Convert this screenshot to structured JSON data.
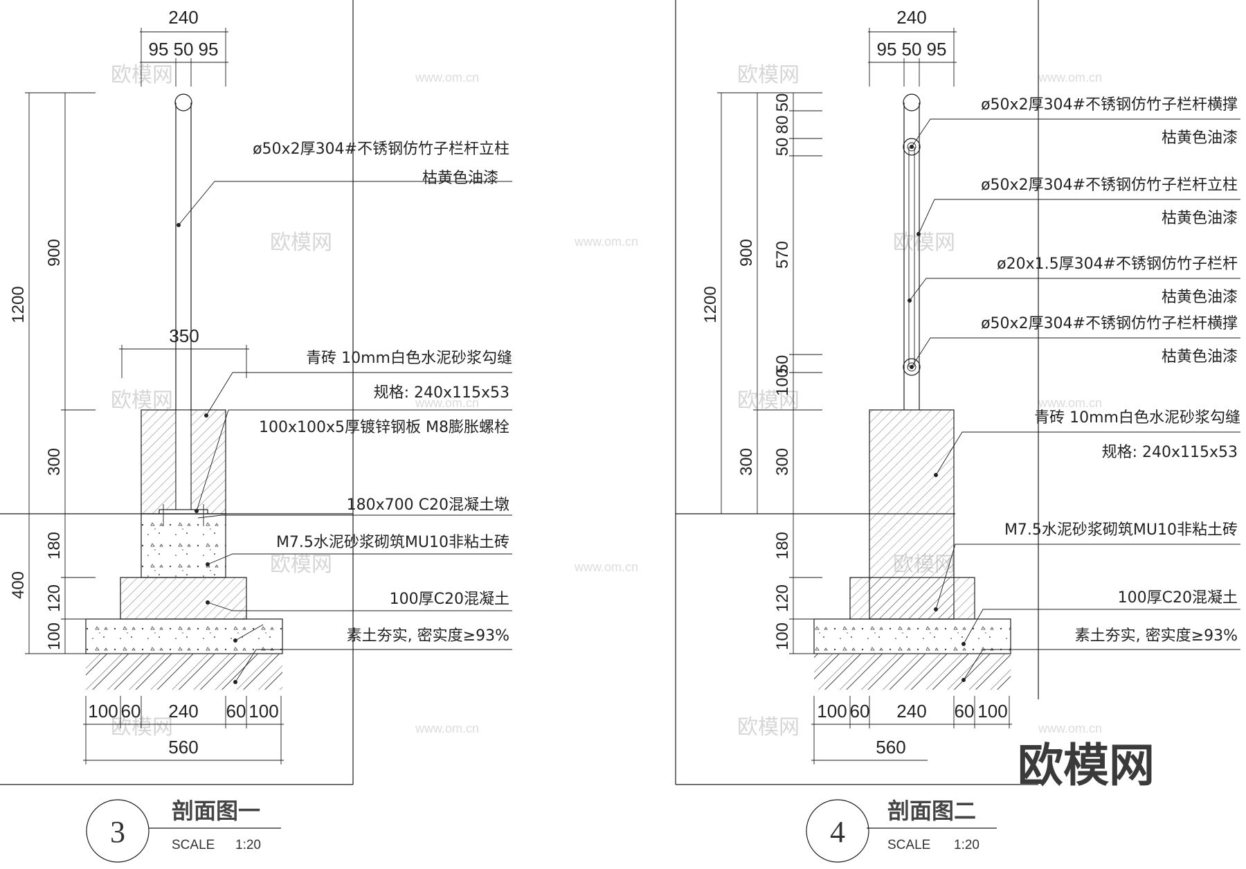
{
  "watermark": {
    "cn": "欧模网",
    "url": "www.om.cn"
  },
  "logo": "欧模网",
  "left": {
    "dims": {
      "top_total": "240",
      "top_95a": "95",
      "top_50": "50",
      "top_95b": "95",
      "v1200": "1200",
      "v900": "900",
      "v300": "300",
      "v400": "400",
      "v180": "180",
      "v120": "120",
      "v100": "100",
      "w350": "350",
      "b100a": "100",
      "b60a": "60",
      "b240": "240",
      "b60b": "60",
      "b100b": "100",
      "b560": "560"
    },
    "notes": {
      "n1": "ø50x2厚304#不锈钢仿竹子栏杆立柱",
      "n1b": "枯黄色油漆",
      "n2": "青砖 10mm白色水泥砂浆勾缝",
      "n2b": "规格: 240x115x53",
      "n3": "100x100x5厚镀锌钢板 M8膨胀螺栓",
      "n4": "180x700 C20混凝土墩",
      "n5": "M7.5水泥砂浆砌筑MU10非粘土砖",
      "n6": "100厚C20混凝土",
      "n7": "素土夯实, 密实度≥93%"
    },
    "title": {
      "number": "3",
      "name": "剖面图一",
      "scale_label": "SCALE",
      "scale": "1:20"
    }
  },
  "right": {
    "dims": {
      "top_total": "240",
      "top_95a": "95",
      "top_50": "50",
      "top_95b": "95",
      "v1200": "1200",
      "v900": "900",
      "v300a": "300",
      "v300b": "300",
      "v50a": "50",
      "v80": "80",
      "v50b": "50",
      "v570": "570",
      "v100": "100",
      "v50c": "50",
      "v180": "180",
      "v120": "120",
      "v100b": "100",
      "b100a": "100",
      "b60a": "60",
      "b240": "240",
      "b60b": "60",
      "b100b": "100",
      "b560": "560"
    },
    "notes": {
      "n1": "ø50x2厚304#不锈钢仿竹子栏杆横撑",
      "n1b": "枯黄色油漆",
      "n2": "ø50x2厚304#不锈钢仿竹子栏杆立柱",
      "n2b": "枯黄色油漆",
      "n3": "ø20x1.5厚304#不锈钢仿竹子栏杆",
      "n3b": "枯黄色油漆",
      "n4": "ø50x2厚304#不锈钢仿竹子栏杆横撑",
      "n4b": "枯黄色油漆",
      "n5": "青砖 10mm白色水泥砂浆勾缝",
      "n5b": "规格: 240x115x53",
      "n6": "M7.5水泥砂浆砌筑MU10非粘土砖",
      "n7": "100厚C20混凝土",
      "n8": "素土夯实, 密实度≥93%"
    },
    "title": {
      "number": "4",
      "name": "剖面图二",
      "scale_label": "SCALE",
      "scale": "1:20"
    }
  }
}
